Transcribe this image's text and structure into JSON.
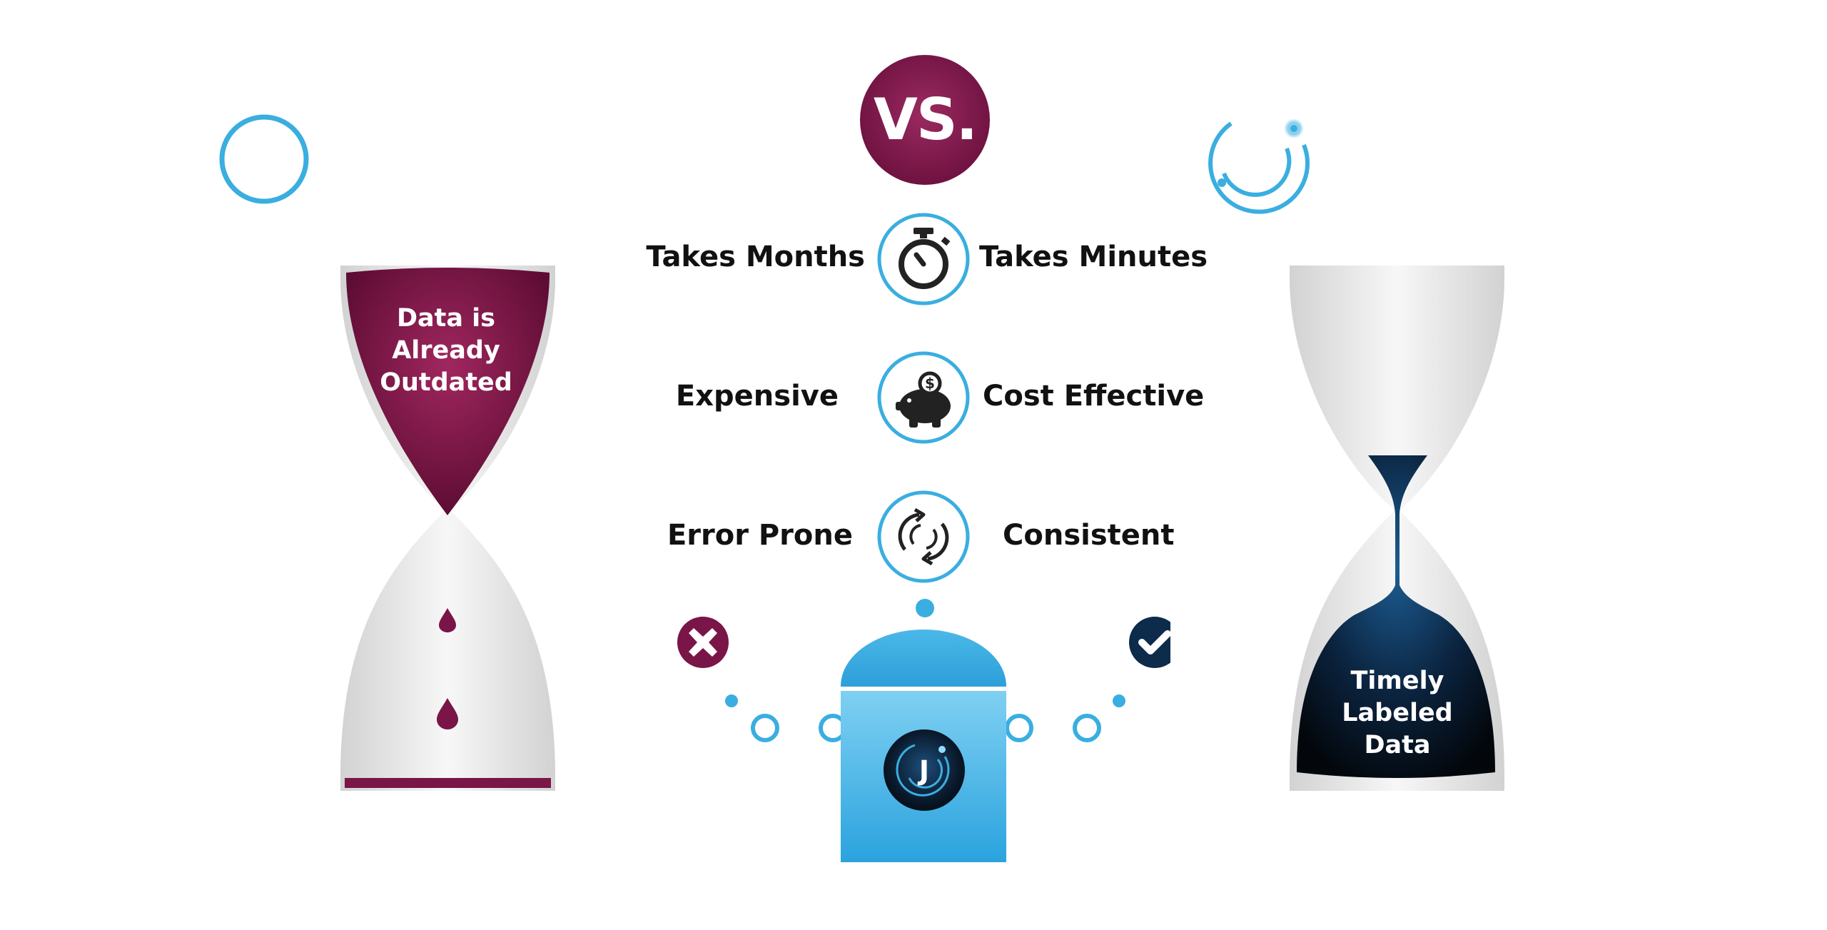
{
  "vs_badge": {
    "text": "VS."
  },
  "left_hourglass": {
    "lines": [
      "Data is",
      "Already",
      "Outdated"
    ]
  },
  "right_hourglass": {
    "lines": [
      "Timely",
      "Labeled",
      "Data"
    ]
  },
  "comparisons": [
    {
      "left": "Takes Months",
      "right": "Takes Minutes",
      "icon": "stopwatch-icon"
    },
    {
      "left": "Expensive",
      "right": "Cost Effective",
      "icon": "piggy-bank-icon"
    },
    {
      "left": "Error Prone",
      "right": "Consistent",
      "icon": "refresh-cycle-icon"
    }
  ],
  "center_logo": {
    "letter": "J"
  },
  "colors": {
    "maroon": "#7a1548",
    "blue": "#3aaee0",
    "navy": "#0d2b4a",
    "gray": "#e4e4e4"
  }
}
